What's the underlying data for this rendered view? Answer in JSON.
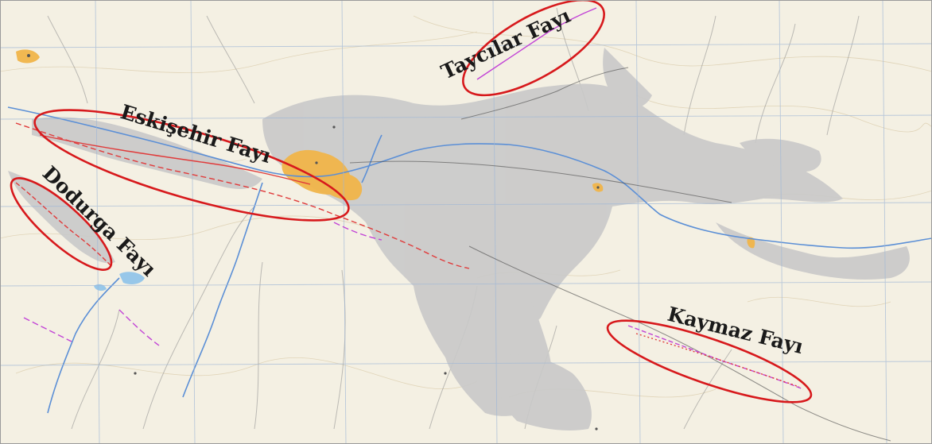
{
  "map": {
    "faults": [
      {
        "id": "taycilar",
        "label": "Taycılar Fayı"
      },
      {
        "id": "eskisehir",
        "label": "Eskişehir Fayı"
      },
      {
        "id": "dodurga",
        "label": "Dodurga Fayı"
      },
      {
        "id": "kaymaz",
        "label": "Kaymaz Fayı"
      }
    ],
    "colors": {
      "background": "#f4f0e3",
      "alluvium": "#c9c9c9",
      "urban": "#f0b449",
      "river": "#5b8fd6",
      "grid": "#9fb7d6",
      "highlight_ellipse": "#d7191c",
      "active_fault": "#e03b3b",
      "secondary_fault": "#c244d6"
    }
  }
}
